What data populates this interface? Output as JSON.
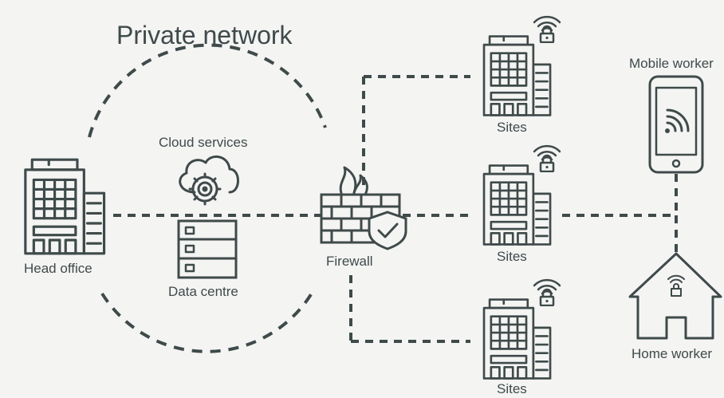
{
  "diagram": {
    "title": "Private network",
    "nodes": {
      "cloud_services": "Cloud services",
      "head_office": "Head office",
      "data_centre": "Data centre",
      "firewall": "Firewall",
      "site_top": "Sites",
      "site_middle": "Sites",
      "site_bottom": "Sites",
      "mobile_worker": "Mobile worker",
      "home_worker": "Home worker"
    },
    "icons": {
      "head_office": "office-building-icon",
      "cloud_services": "cloud-gear-icon",
      "data_centre": "server-rack-icon",
      "firewall": "brick-wall-shield-icon",
      "sites": "building-icon",
      "secure_wifi": "wifi-lock-icon",
      "mobile_worker": "smartphone-wifi-icon",
      "home_worker": "house-wifi-lock-icon"
    },
    "colors": {
      "ink": "#3f4a4a",
      "background": "#f4f4f3"
    }
  }
}
